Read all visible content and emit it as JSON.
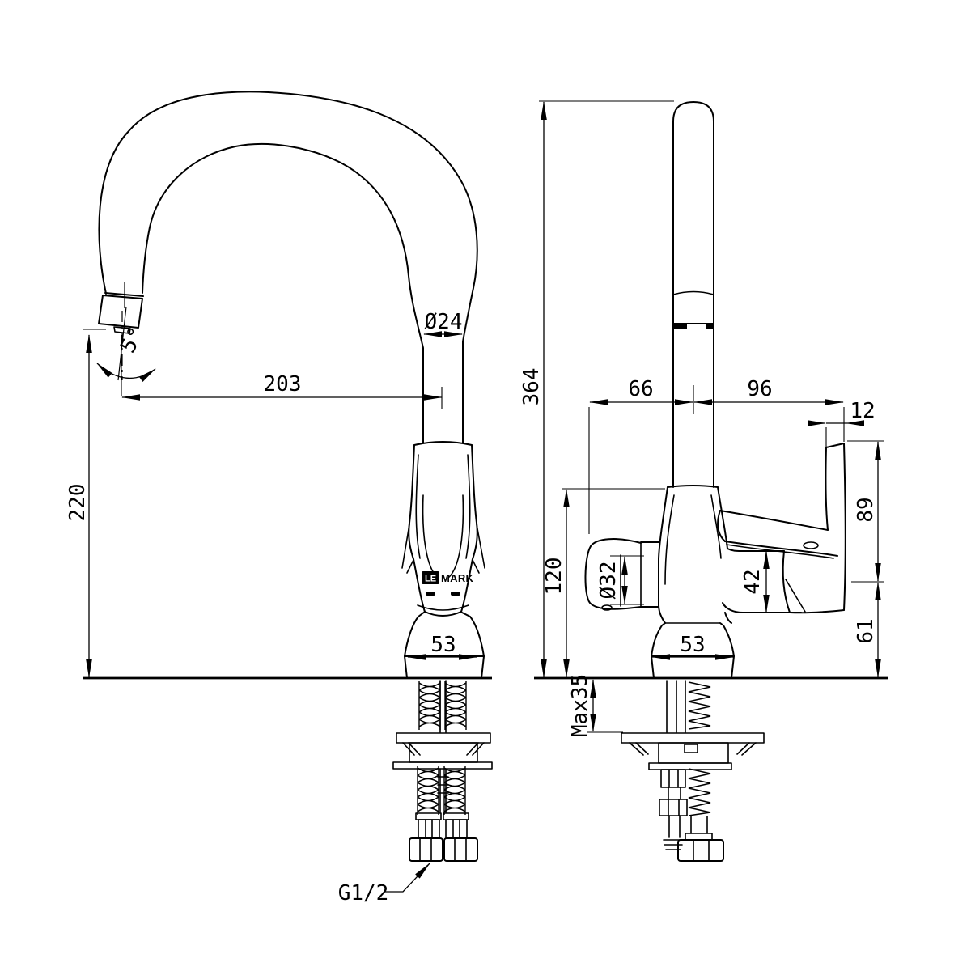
{
  "brand": {
    "le": "LE",
    "mark": "MARK"
  },
  "dims": {
    "spout_reach": "203",
    "spout_height": "220",
    "spout_diameter": "Ø24",
    "spray_angle": "5°",
    "base_width_front": "53",
    "thread": "G1/2",
    "overall_height": "364",
    "spout_axis_offset": "66",
    "handle_reach": "96",
    "handle_width_top": "12",
    "handle_rise": "89",
    "handle_drop": "61",
    "valve_body_height": "42",
    "body_height": "120",
    "knob_diameter": "Ø32",
    "base_width_side": "53",
    "max_deck": "Max35"
  }
}
